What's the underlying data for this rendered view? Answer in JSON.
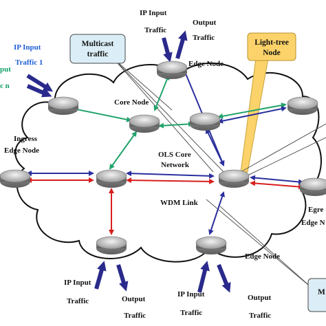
{
  "labels": {
    "ip_input_top": "IP Input",
    "traffic_top": "Traffic",
    "output_top": "Output",
    "output_traffic_top": "Traffic",
    "edge_node_top": "Edge Node",
    "ip_input_1": "IP Input",
    "traffic_1": "Traffic 1",
    "input_partial": "put",
    "traffic_n": "c n",
    "core_node": "Core Node",
    "ingress_1": "Ingress",
    "ingress_2": "Edge Node",
    "ols_1": "OLS Core",
    "ols_2": "Network",
    "wdm_link": "WDM Link",
    "egress_1": "Egre",
    "egress_2": "Edge N",
    "edge_node_bottom": "Edge Node",
    "ip_input_bl": "IP Input",
    "traffic_bl": "Traffic",
    "output_bl": "Output",
    "output_traffic_bl": "Traffic",
    "ip_input_bm": "IP Input",
    "traffic_bm": "Traffic",
    "output_br": "Output",
    "output_traffic_br": "Traffic"
  },
  "callouts": {
    "multicast_1": "Multicast",
    "multicast_2": "traffic",
    "lighttree_1": "Light-tree",
    "lighttree_2": "Node",
    "partial_br": "M"
  },
  "colors": {
    "blue_link": "#2a2f9e",
    "red_link": "#d81e1e",
    "green_link": "#21a36a",
    "input_arrow": "#2a2a8c",
    "callout_fill": "#dbeef7",
    "lighttree_fill": "#fbd36a"
  }
}
